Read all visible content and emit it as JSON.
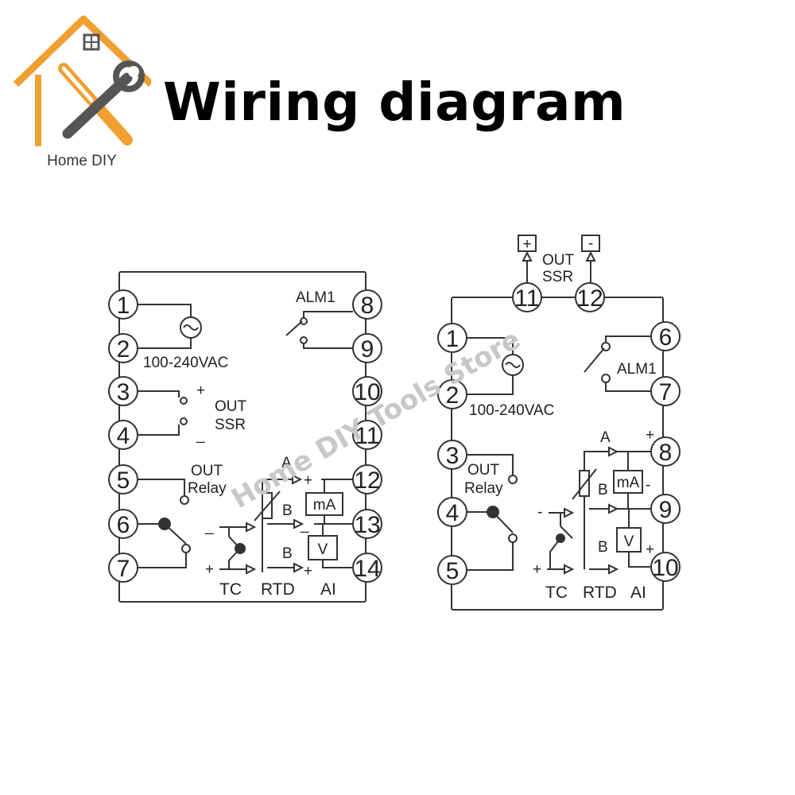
{
  "header": {
    "title": "Wiring diagram",
    "logo_text": "Home DIY"
  },
  "watermark": "Home DIY Tools Store",
  "left_diagram": {
    "terminals": [
      "1",
      "2",
      "3",
      "4",
      "5",
      "6",
      "7",
      "8",
      "9",
      "10",
      "11",
      "12",
      "13",
      "14"
    ],
    "power_label": "100-240VAC",
    "alarm_label": "ALM1",
    "ssr_out": "OUT",
    "ssr": "SSR",
    "relay_out": "OUT",
    "relay": "Relay",
    "plus": "+",
    "minus": "_",
    "a": "A",
    "b1": "B",
    "b2": "B",
    "ma": "mA",
    "v": "V",
    "tc": "TC",
    "rtd": "RTD",
    "ai": "AI"
  },
  "right_diagram": {
    "terminals": [
      "1",
      "2",
      "3",
      "4",
      "5",
      "6",
      "7",
      "8",
      "9",
      "10",
      "11",
      "12"
    ],
    "plus_box": "+",
    "minus_box": "-",
    "ssr_out": "OUT",
    "ssr": "SSR",
    "power_label": "100-240VAC",
    "alarm_label": "ALM1",
    "relay_out": "OUT",
    "relay": "Relay",
    "a": "A",
    "b1": "B",
    "b2": "B",
    "ma": "mA",
    "v": "V",
    "tc": "TC",
    "rtd": "RTD",
    "ai": "AI",
    "plus": "+",
    "minus": "-"
  },
  "colors": {
    "logo_orange": "#f0a030",
    "logo_gray": "#555555",
    "line": "#333333"
  }
}
